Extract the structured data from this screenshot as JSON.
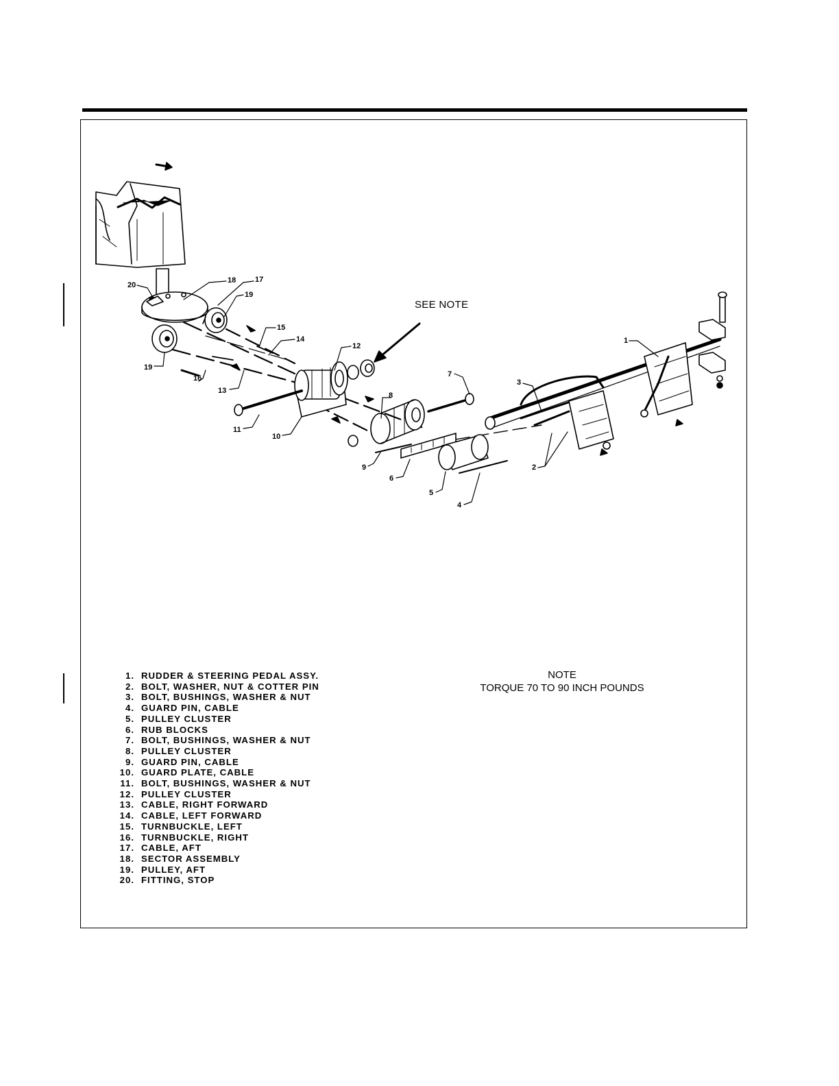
{
  "see_note": "SEE NOTE",
  "note": {
    "title": "NOTE",
    "text": "TORQUE 70 TO 90 INCH POUNDS"
  },
  "legend": [
    {
      "num": "1.",
      "label": "RUDDER & STEERING PEDAL ASSY."
    },
    {
      "num": "2.",
      "label": "BOLT, WASHER, NUT & COTTER PIN"
    },
    {
      "num": "3.",
      "label": "BOLT, BUSHINGS, WASHER & NUT"
    },
    {
      "num": "4.",
      "label": "GUARD PIN, CABLE"
    },
    {
      "num": "5.",
      "label": "PULLEY CLUSTER"
    },
    {
      "num": "6.",
      "label": "RUB BLOCKS"
    },
    {
      "num": "7.",
      "label": "BOLT, BUSHINGS, WASHER & NUT"
    },
    {
      "num": "8.",
      "label": "PULLEY CLUSTER"
    },
    {
      "num": "9.",
      "label": "GUARD PIN, CABLE"
    },
    {
      "num": "10.",
      "label": "GUARD PLATE, CABLE"
    },
    {
      "num": "11.",
      "label": "BOLT, BUSHINGS, WASHER & NUT"
    },
    {
      "num": "12.",
      "label": "PULLEY CLUSTER"
    },
    {
      "num": "13.",
      "label": "CABLE, RIGHT FORWARD"
    },
    {
      "num": "14.",
      "label": "CABLE, LEFT FORWARD"
    },
    {
      "num": "15.",
      "label": "TURNBUCKLE, LEFT"
    },
    {
      "num": "16.",
      "label": "TURNBUCKLE, RIGHT"
    },
    {
      "num": "17.",
      "label": "CABLE, AFT"
    },
    {
      "num": "18.",
      "label": "SECTOR ASSEMBLY"
    },
    {
      "num": "19.",
      "label": "PULLEY, AFT"
    },
    {
      "num": "20.",
      "label": "FITTING, STOP"
    }
  ],
  "callouts": {
    "c1": "1",
    "c2": "2",
    "c3": "3",
    "c4": "4",
    "c5": "5",
    "c6": "6",
    "c7": "7",
    "c8": "8",
    "c9": "9",
    "c10": "10",
    "c11": "11",
    "c12": "12",
    "c13": "13",
    "c14": "14",
    "c15": "15",
    "c16": "16",
    "c17": "17",
    "c18": "18",
    "c19a": "19",
    "c19b": "19",
    "c20": "20"
  }
}
